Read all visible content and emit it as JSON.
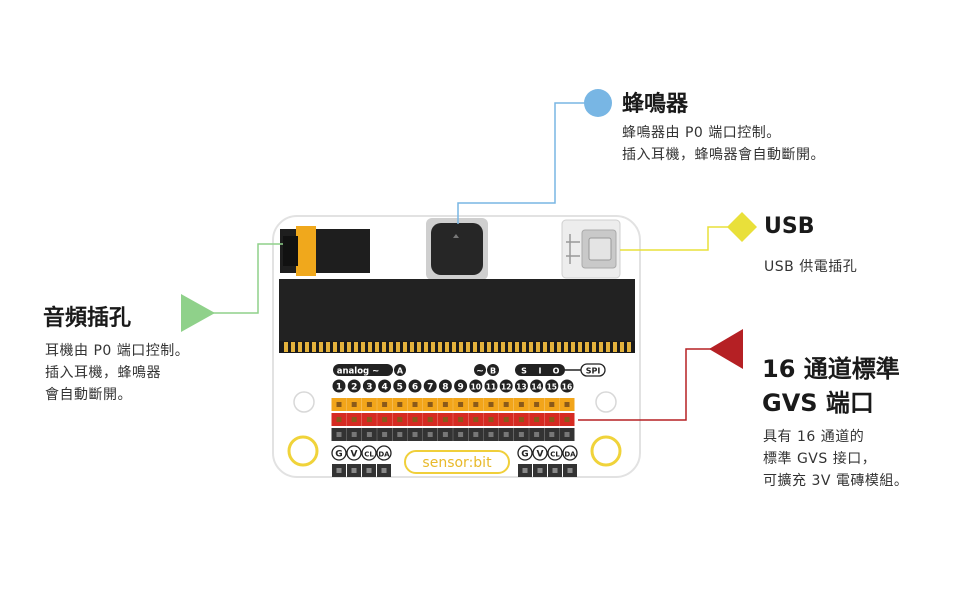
{
  "colors": {
    "buzzer": "#78b6e4",
    "usb": "#e9e03a",
    "audio": "#8fd18a",
    "gvs": "#b52024",
    "signal_row": "#f2a51a",
    "vcc_row": "#d62b22",
    "gnd_row": "#333333"
  },
  "buzzer": {
    "title": "蜂鳴器",
    "desc": [
      "蜂鳴器由 P0 端口控制。",
      "插入耳機，蜂鳴器會自動斷開。"
    ]
  },
  "usb": {
    "title": "USB",
    "desc": [
      "USB 供電插孔"
    ]
  },
  "audio": {
    "title": "音頻插孔",
    "desc": [
      "耳機由 P0 端口控制。",
      "插入耳機，蜂鳴器",
      "會自動斷開。"
    ]
  },
  "gvs": {
    "title_line1": "16 通道標準",
    "title_line2": "GVS 端口",
    "desc": [
      "具有 16 通道的",
      "標準 GVS 接口，",
      "可擴充 3V 電磚模組。"
    ]
  },
  "board": {
    "analog_label": "analog ~",
    "analog_tag": "A",
    "tilde_label": "~",
    "b_tag": "B",
    "s_label": "S",
    "i_label": "I",
    "o_label": "O",
    "spi_label": "SPI",
    "pins": [
      "1",
      "2",
      "3",
      "4",
      "5",
      "6",
      "7",
      "8",
      "9",
      "10",
      "11",
      "12",
      "13",
      "14",
      "15",
      "16"
    ],
    "gvcd_left": [
      "G",
      "V",
      "CL",
      "DA"
    ],
    "gvcd_right": [
      "G",
      "V",
      "CL",
      "DA"
    ],
    "logo": "sensor:bit"
  }
}
